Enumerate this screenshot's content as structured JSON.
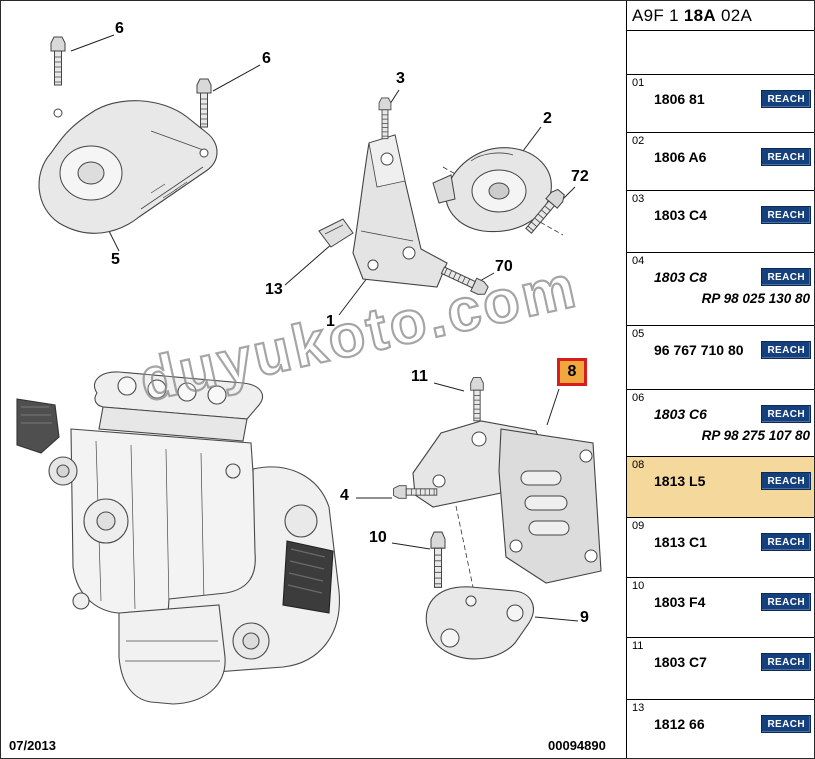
{
  "title_code": {
    "prefix": "A9F 1 ",
    "bold": "18A",
    "suffix": " 02A"
  },
  "watermark": "duyukoto.com",
  "footer": {
    "date": "07/2013",
    "doc_number": "00094890"
  },
  "reach_label": "REACH",
  "colors": {
    "reach_bg": "#15407e",
    "highlight_row_bg": "#f5d99c",
    "callout8_bg": "#f0a73e",
    "callout8_border": "#d61e1e"
  },
  "callouts": [
    {
      "label": "6"
    },
    {
      "label": "6"
    },
    {
      "label": "3"
    },
    {
      "label": "2"
    },
    {
      "label": "72"
    },
    {
      "label": "13"
    },
    {
      "label": "1"
    },
    {
      "label": "70"
    },
    {
      "label": "5"
    },
    {
      "label": "11"
    },
    {
      "label": "8"
    },
    {
      "label": "4"
    },
    {
      "label": "10"
    },
    {
      "label": "9"
    }
  ],
  "parts": [
    {
      "index": "01",
      "ref": "1806 81"
    },
    {
      "index": "02",
      "ref": "1806 A6"
    },
    {
      "index": "03",
      "ref": "1803 C4"
    },
    {
      "index": "04",
      "ref": "1803 C8",
      "rp": "RP 98 025 130 80"
    },
    {
      "index": "05",
      "ref": "96 767 710 80"
    },
    {
      "index": "06",
      "ref": "1803 C6",
      "rp": "RP 98 275 107 80"
    },
    {
      "index": "08",
      "ref": "1813 L5"
    },
    {
      "index": "09",
      "ref": "1813 C1"
    },
    {
      "index": "10",
      "ref": "1803 F4"
    },
    {
      "index": "11",
      "ref": "1803 C7"
    },
    {
      "index": "13",
      "ref": "1812 66"
    }
  ]
}
